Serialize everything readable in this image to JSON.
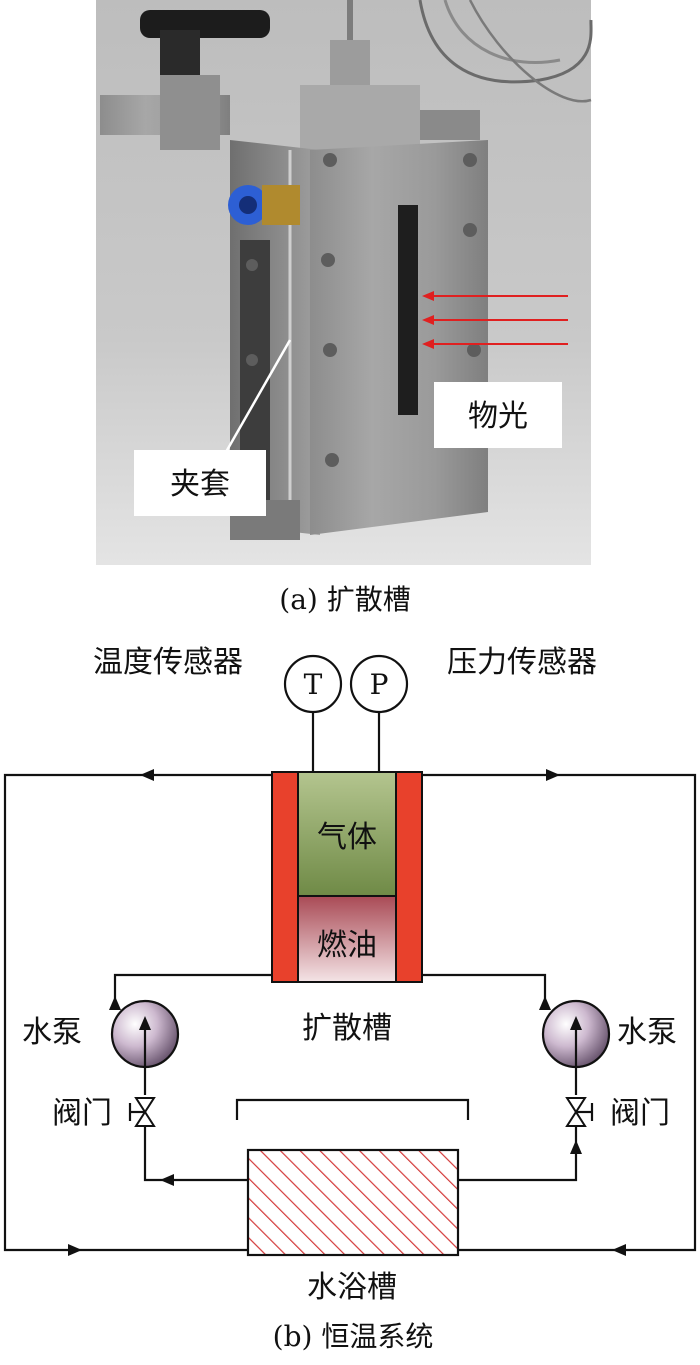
{
  "photo": {
    "label_jacket": "夹套",
    "label_light": "物光",
    "arrow_color": "#e02020"
  },
  "captions": {
    "a": "(a) 扩散槽",
    "b": "(b) 恒温系统"
  },
  "sensors": {
    "temp_label": "温度传感器",
    "pressure_label": "压力传感器",
    "temp_symbol": "T",
    "pressure_symbol": "P"
  },
  "cell": {
    "gas": "气体",
    "fuel": "燃油",
    "name": "扩散槽",
    "jacket_color": "#e8412c",
    "gas_color": "#93a86b",
    "fuel_color": "#c26770"
  },
  "loop": {
    "pump_left": "水泵",
    "pump_right": "水泵",
    "valve_left": "阀门",
    "valve_right": "阀门",
    "bath": "水浴槽",
    "hatch_color": "#d33a3a"
  }
}
